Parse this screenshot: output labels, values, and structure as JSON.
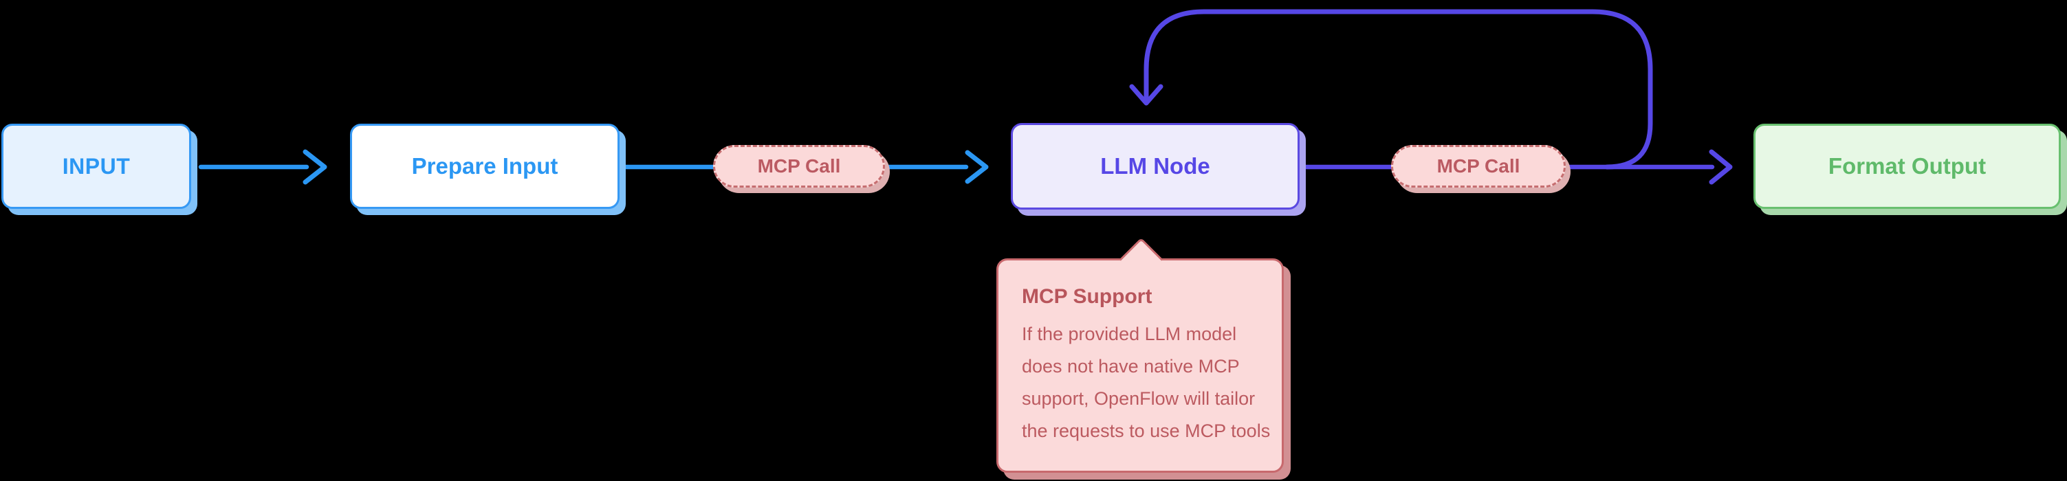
{
  "diagram": {
    "nodes": {
      "input": {
        "label": "INPUT"
      },
      "prepare_input": {
        "label": "Prepare Input"
      },
      "mcp_call_1": {
        "label": "MCP Call"
      },
      "llm_node": {
        "label": "LLM Node"
      },
      "mcp_call_2": {
        "label": "MCP Call"
      },
      "format_output": {
        "label": "Format Output"
      }
    },
    "tooltip": {
      "title": "MCP Support",
      "lines": [
        "If the provided LLM model",
        "does not have native MCP",
        "support, OpenFlow will tailor",
        "the requests to use MCP tools"
      ]
    },
    "colors": {
      "background": "#000000",
      "blue_stroke": "#2b97f3",
      "blue_fill": "#e6f2fe",
      "blue_shadow": "#80c1f8",
      "purple_stroke": "#5647e6",
      "purple_fill": "#eeecfc",
      "purple_shadow": "#aca4f0",
      "pink_fill": "#fbd9d9",
      "pink_border": "#c66e70",
      "pink_text": "#bb5a62",
      "green_fill": "#e7f8e5",
      "green_border": "#68c06f",
      "green_text": "#5fba6a",
      "tooltip_fill": "#fbdada",
      "tooltip_border": "#c8696d"
    }
  }
}
